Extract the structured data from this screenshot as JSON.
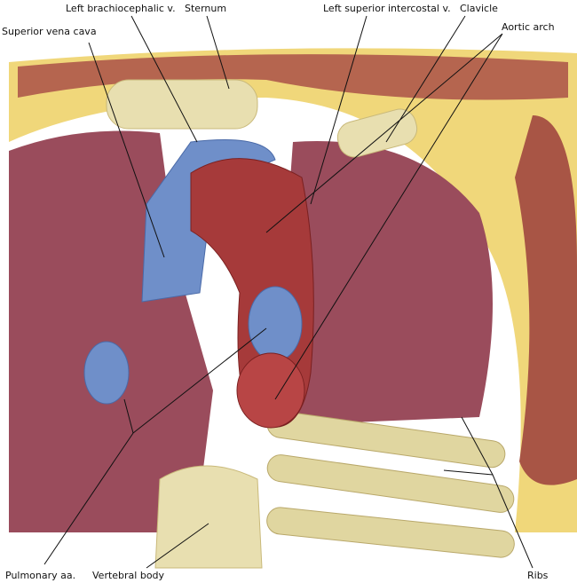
{
  "labels": {
    "left_brachiocephalic_v": "Left brachiocephalic v.",
    "sternum": "Sternum",
    "left_superior_intercostal_v": "Left superior intercostal v.",
    "clavicle": "Clavicle",
    "superior_vena_cava": "Superior vena cava",
    "aortic_arch": "Aortic arch",
    "pulmonary_aa": "Pulmonary aa.",
    "vertebral_body": "Vertebral body",
    "ribs": "Ribs"
  },
  "colors": {
    "fat": "#f0d77a",
    "muscle": "#b5654f",
    "lung": "#9a4c5c",
    "vein": "#6f8fc9",
    "artery": "#a63a3a",
    "bone": "#e8dfb0"
  }
}
